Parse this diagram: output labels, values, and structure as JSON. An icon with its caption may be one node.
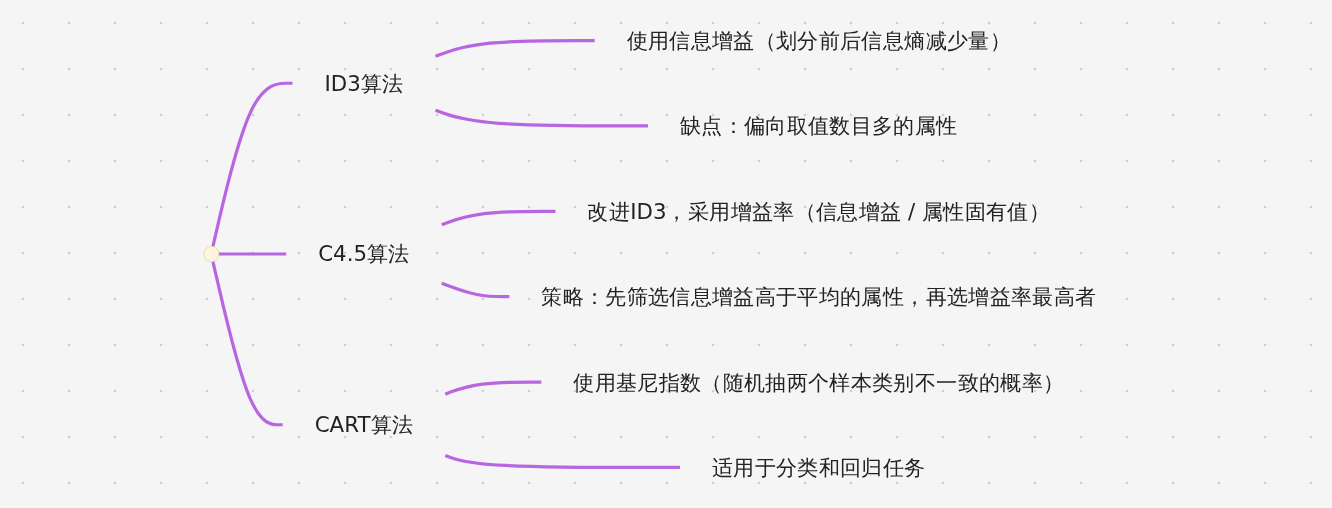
{
  "diagram": {
    "nodes": [
      {
        "text": [
          "ID3算法"
        ]
      },
      {
        "text": [
          "使用信息增益（划分前后信息熵减少量）"
        ]
      },
      {
        "text": [
          "缺点：偏向取值数目多的属性"
        ]
      },
      {
        "text": [
          "C4.5算法"
        ]
      },
      {
        "text": [
          "改进ID3，采用增益率（信息增益 / 属性固有值）"
        ]
      },
      {
        "text": [
          "策略：先筛选信息增益高于平均的属性，再选增益率最高者"
        ]
      },
      {
        "text": [
          "CART算法"
        ]
      },
      {
        "text": [
          "使用基尼指数（随机抽两个样本类别不一致的概率）"
        ]
      },
      {
        "text": [
          "适用于分类和回归任务"
        ]
      }
    ],
    "edges": [
      {
        "from": null,
        "to": 0,
        "arrow": "none"
      },
      {
        "from": null,
        "to": 3,
        "arrow": "none"
      },
      {
        "from": null,
        "to": 6,
        "arrow": "none"
      },
      {
        "from": 0,
        "to": 1,
        "arrow": "none"
      },
      {
        "from": 0,
        "to": 2,
        "arrow": "none"
      },
      {
        "from": 3,
        "to": 4,
        "arrow": "none"
      },
      {
        "from": 3,
        "to": 5,
        "arrow": "none"
      },
      {
        "from": 6,
        "to": 7,
        "arrow": "none"
      },
      {
        "from": 6,
        "to": 8,
        "arrow": "none"
      }
    ]
  }
}
